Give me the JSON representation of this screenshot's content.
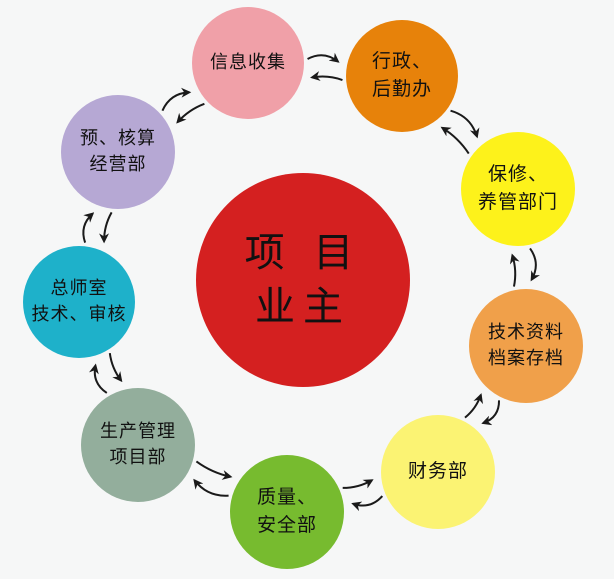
{
  "center": {
    "lines": [
      "项 目",
      "业主"
    ],
    "color": "#d42020"
  },
  "nodes": [
    {
      "id": "info-collection",
      "lines": [
        "信息收集"
      ],
      "color": "#f0a0a8"
    },
    {
      "id": "admin-logistics",
      "lines": [
        "行政、",
        "后勤办"
      ],
      "color": "#e7820a"
    },
    {
      "id": "maintenance",
      "lines": [
        "保修、",
        "养管部门"
      ],
      "color": "#fdf21b"
    },
    {
      "id": "tech-archives",
      "lines": [
        "技术资料",
        "档案存档"
      ],
      "color": "#f0a04a"
    },
    {
      "id": "finance",
      "lines": [
        "财务部"
      ],
      "color": "#fbf373"
    },
    {
      "id": "quality-safety",
      "lines": [
        "质量、",
        "安全部"
      ],
      "color": "#77bb2f"
    },
    {
      "id": "production-mgmt",
      "lines": [
        "生产管理",
        "项目部"
      ],
      "color": "#93ae9c"
    },
    {
      "id": "chief-engineer",
      "lines": [
        "总师室",
        "技术、审核"
      ],
      "color": "#1eb1ca"
    },
    {
      "id": "budget-operations",
      "lines": [
        "预、核算",
        "经营部"
      ],
      "color": "#b6a8d4"
    }
  ]
}
